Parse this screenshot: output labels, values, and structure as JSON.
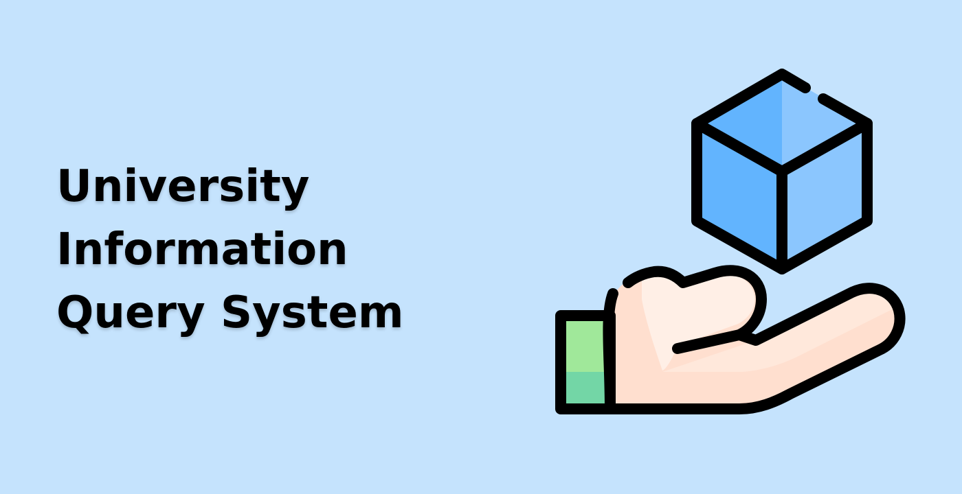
{
  "title": {
    "line1": "University",
    "line2": "Information",
    "line3": "Query System"
  },
  "illustration": {
    "icon": "hand-holding-cube-icon",
    "colors": {
      "background": "#c5e3fd",
      "outline": "#000000",
      "cube_left": "#62b4fe",
      "cube_right": "#8bc6fe",
      "cube_top": "#62b4fe",
      "hand": "#ffdfcf",
      "hand_highlight": "#ffefe6",
      "cuff_top": "#a0e89a",
      "cuff_bottom": "#73d6a6"
    }
  }
}
